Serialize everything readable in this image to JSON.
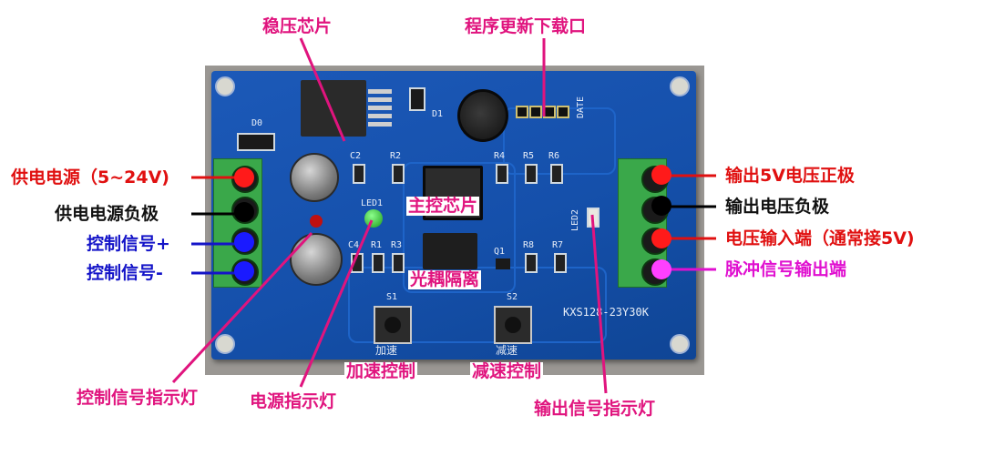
{
  "labels": {
    "regulator_chip": "稳压芯片",
    "program_port": "程序更新下载口",
    "supply_power": "供电电源（5~24V)",
    "supply_negative": "供电电源负极",
    "control_plus": "控制信号+",
    "control_minus": "控制信号-",
    "main_chip": "主控芯片",
    "optocoupler": "光耦隔离",
    "output_5v_positive": "输出5V电压正极",
    "output_negative": "输出电压负极",
    "voltage_input": "电压输入端（通常接5V)",
    "pulse_output": "脉冲信号输出端",
    "accel_control": "加速控制",
    "decel_control": "减速控制",
    "control_indicator": "控制信号指示灯",
    "power_indicator": "电源指示灯",
    "output_indicator": "输出信号指示灯"
  },
  "board": {
    "model": "KXS128-23Y30K",
    "date_label": "DATE",
    "d0": "D0",
    "d1": "D1",
    "led1": "LED1",
    "led2": "LED2",
    "s1": "S1",
    "s2": "S2",
    "c2": "C2",
    "c4": "C4",
    "r1": "R1",
    "r2": "R2",
    "r3": "R3",
    "r4": "R4",
    "r5": "R5",
    "r6": "R6",
    "r7": "R7",
    "r8": "R8",
    "q1": "Q1",
    "btn1": "加速",
    "btn2": "减速"
  },
  "colors": {
    "magenta_label": "#e0147e",
    "red_label": "#e01010",
    "black_label": "#111111",
    "blue_label": "#1414c8",
    "pink_label": "#e010d0",
    "marker_red": "#ff1a1a",
    "marker_black": "#000000",
    "marker_blue": "#1a1aff",
    "marker_magenta": "#ff40ff"
  }
}
